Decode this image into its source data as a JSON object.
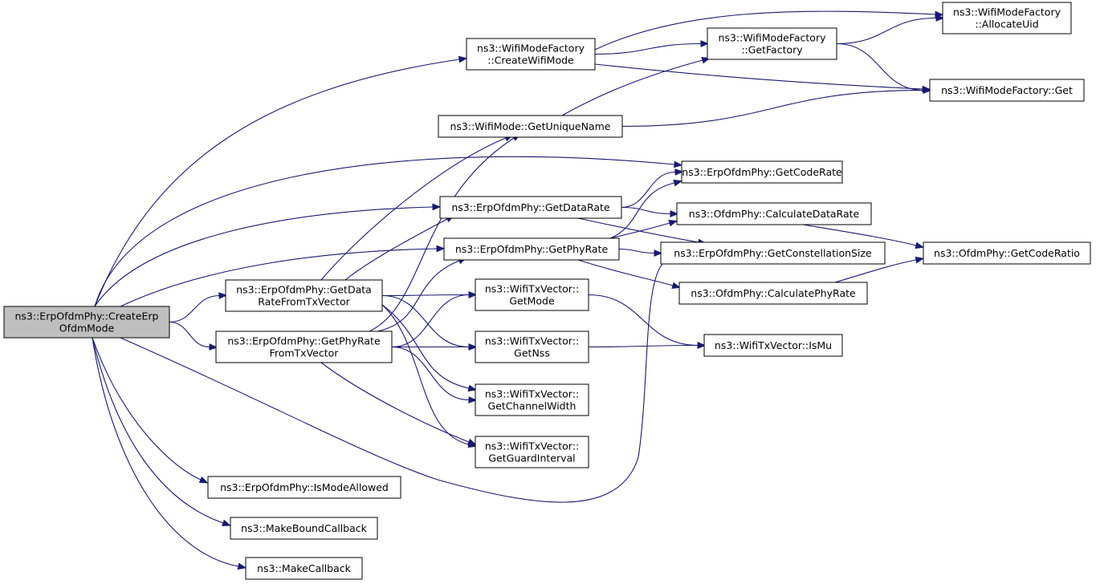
{
  "nodes": {
    "root": {
      "lines": [
        "ns3::ErpOfdmPhy::CreateErp",
        "OfdmMode"
      ]
    },
    "createWifiMode": {
      "lines": [
        "ns3::WifiModeFactory",
        "::CreateWifiMode"
      ]
    },
    "allocateUid": {
      "lines": [
        "ns3::WifiModeFactory",
        "::AllocateUid"
      ]
    },
    "getFactory": {
      "lines": [
        "ns3::WifiModeFactory",
        "::GetFactory"
      ]
    },
    "factoryGet": {
      "lines": [
        "ns3::WifiModeFactory::Get"
      ]
    },
    "getUniqueName": {
      "lines": [
        "ns3::WifiMode::GetUniqueName"
      ]
    },
    "getCodeRate": {
      "lines": [
        "ns3::ErpOfdmPhy::GetCodeRate"
      ]
    },
    "getDataRate": {
      "lines": [
        "ns3::ErpOfdmPhy::GetDataRate"
      ]
    },
    "calcDataRate": {
      "lines": [
        "ns3::OfdmPhy::CalculateDataRate"
      ]
    },
    "getPhyRate": {
      "lines": [
        "ns3::ErpOfdmPhy::GetPhyRate"
      ]
    },
    "constSize": {
      "lines": [
        "ns3::ErpOfdmPhy::GetConstellationSize"
      ]
    },
    "codeRatio": {
      "lines": [
        "ns3::OfdmPhy::GetCodeRatio"
      ]
    },
    "dataRateFromTx": {
      "lines": [
        "ns3::ErpOfdmPhy::GetData",
        "RateFromTxVector"
      ]
    },
    "calcPhyRate": {
      "lines": [
        "ns3::OfdmPhy::CalculatePhyRate"
      ]
    },
    "getMode": {
      "lines": [
        "ns3::WifiTxVector::",
        "GetMode"
      ]
    },
    "phyRateFromTx": {
      "lines": [
        "ns3::ErpOfdmPhy::GetPhyRate",
        "FromTxVector"
      ]
    },
    "getNss": {
      "lines": [
        "ns3::WifiTxVector::",
        "GetNss"
      ]
    },
    "isMu": {
      "lines": [
        "ns3::WifiTxVector::IsMu"
      ]
    },
    "channelWidth": {
      "lines": [
        "ns3::WifiTxVector::",
        "GetChannelWidth"
      ]
    },
    "guardInterval": {
      "lines": [
        "ns3::WifiTxVector::",
        "GetGuardInterval"
      ]
    },
    "isModeAllowed": {
      "lines": [
        "ns3::ErpOfdmPhy::IsModeAllowed"
      ]
    },
    "makeBound": {
      "lines": [
        "ns3::MakeBoundCallback"
      ]
    },
    "makeCallback": {
      "lines": [
        "ns3::MakeCallback"
      ]
    }
  },
  "edges": [
    [
      "root",
      "createWifiMode"
    ],
    [
      "root",
      "getCodeRate"
    ],
    [
      "root",
      "getDataRate"
    ],
    [
      "root",
      "getPhyRate"
    ],
    [
      "root",
      "dataRateFromTx"
    ],
    [
      "root",
      "phyRateFromTx"
    ],
    [
      "root",
      "constSize"
    ],
    [
      "root",
      "isModeAllowed"
    ],
    [
      "root",
      "makeBound"
    ],
    [
      "root",
      "makeCallback"
    ],
    [
      "createWifiMode",
      "allocateUid"
    ],
    [
      "createWifiMode",
      "getFactory"
    ],
    [
      "createWifiMode",
      "factoryGet"
    ],
    [
      "getFactory",
      "allocateUid"
    ],
    [
      "getFactory",
      "factoryGet"
    ],
    [
      "getUniqueName",
      "getFactory"
    ],
    [
      "getUniqueName",
      "factoryGet"
    ],
    [
      "getDataRate",
      "getCodeRate"
    ],
    [
      "getDataRate",
      "calcDataRate"
    ],
    [
      "getDataRate",
      "constSize"
    ],
    [
      "getPhyRate",
      "getCodeRate"
    ],
    [
      "getPhyRate",
      "calcDataRate"
    ],
    [
      "getPhyRate",
      "constSize"
    ],
    [
      "getPhyRate",
      "calcPhyRate"
    ],
    [
      "calcDataRate",
      "codeRatio"
    ],
    [
      "calcPhyRate",
      "codeRatio"
    ],
    [
      "dataRateFromTx",
      "getUniqueName"
    ],
    [
      "dataRateFromTx",
      "getDataRate"
    ],
    [
      "dataRateFromTx",
      "getMode"
    ],
    [
      "dataRateFromTx",
      "getNss"
    ],
    [
      "dataRateFromTx",
      "channelWidth"
    ],
    [
      "dataRateFromTx",
      "guardInterval"
    ],
    [
      "phyRateFromTx",
      "getUniqueName"
    ],
    [
      "phyRateFromTx",
      "getPhyRate"
    ],
    [
      "phyRateFromTx",
      "getMode"
    ],
    [
      "phyRateFromTx",
      "getNss"
    ],
    [
      "phyRateFromTx",
      "channelWidth"
    ],
    [
      "phyRateFromTx",
      "guardInterval"
    ],
    [
      "getMode",
      "isMu"
    ],
    [
      "getNss",
      "isMu"
    ]
  ]
}
